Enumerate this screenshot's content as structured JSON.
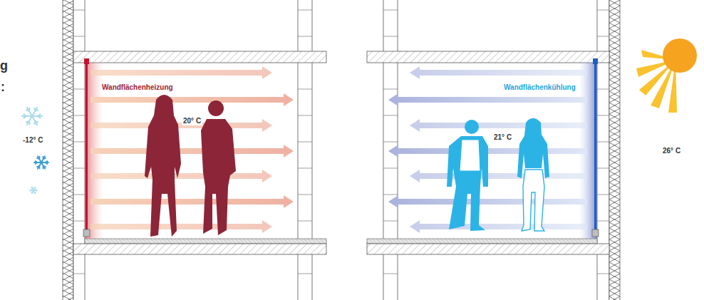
{
  "diagram": {
    "nodes": [
      {
        "text": [
          "Wandflächenheizung",
          "20° C"
        ]
      },
      {
        "text": [
          "Wandflächenkühlung",
          "21° C"
        ]
      }
    ],
    "labels": [
      "g",
      ":",
      "-12° C",
      "26° C"
    ]
  }
}
